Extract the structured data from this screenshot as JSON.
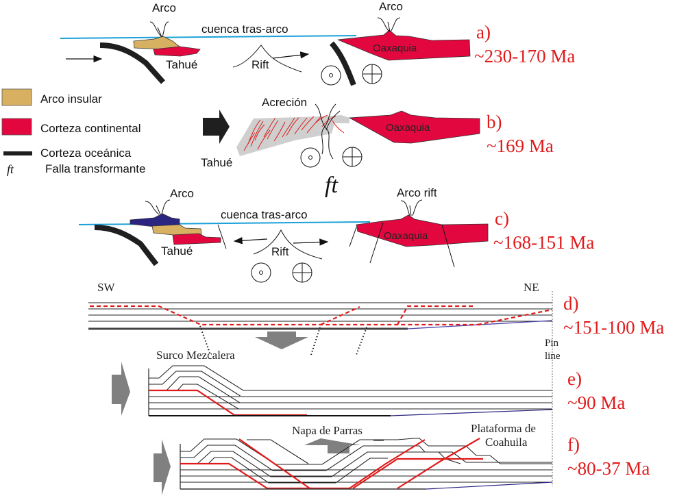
{
  "colors": {
    "arco_insular": "#d8b062",
    "corteza_continental": "#e2083f",
    "corteza_oceanica": "#1f1f1f",
    "sea_level": "#1aa0d8",
    "arc_blue": "#2a2580",
    "accretion_grey": "#cfcfcf",
    "fault_red": "#e01a1a",
    "stage_label": "#e01a1a",
    "big_arrow": "#808080",
    "basement_blue": "#4a40a8"
  },
  "legend": {
    "items": [
      {
        "symbol": "swatch-arco-insular",
        "label": "Arco insular"
      },
      {
        "symbol": "swatch-corteza-continental",
        "label": "Corteza continental"
      },
      {
        "symbol": "line-corteza-oceanica",
        "label": "Corteza oceánica"
      },
      {
        "symbol": "ft",
        "label": "Falla transformante"
      }
    ]
  },
  "panels": {
    "a": {
      "letter": "a)",
      "age": "~230-170 Ma",
      "labels": {
        "arco_left": "Arco",
        "arco_right": "Arco",
        "cuenca": "cuenca tras-arco",
        "tahue": "Tahué",
        "rift": "Rift",
        "oaxaquia": "Oaxaquia"
      }
    },
    "b": {
      "letter": "b)",
      "age": "~169 Ma",
      "labels": {
        "acrecion": "Acreción",
        "tahue": "Tahué",
        "oaxaquia": "Oaxaquia",
        "ft": "ft"
      }
    },
    "c": {
      "letter": "c)",
      "age": "~168-151 Ma",
      "labels": {
        "arco": "Arco",
        "arco_rift": "Arco rift",
        "cuenca": "cuenca tras-arco",
        "tahue": "Tahué",
        "rift": "Rift",
        "oaxaquia": "Oaxaquia"
      }
    },
    "d": {
      "letter": "d)",
      "age": "~151-100 Ma",
      "labels": {
        "sw": "SW",
        "ne": "NE",
        "pin_line_1": "Pin",
        "pin_line_2": "line"
      }
    },
    "e": {
      "letter": "e)",
      "age": "~90 Ma",
      "labels": {
        "surco": "Surco Mezcalera"
      }
    },
    "f": {
      "letter": "f)",
      "age": "~80-37 Ma",
      "labels": {
        "napa": "Napa de Parras",
        "plataforma_1": "Plataforma de",
        "plataforma_2": "Coahuila"
      }
    }
  }
}
